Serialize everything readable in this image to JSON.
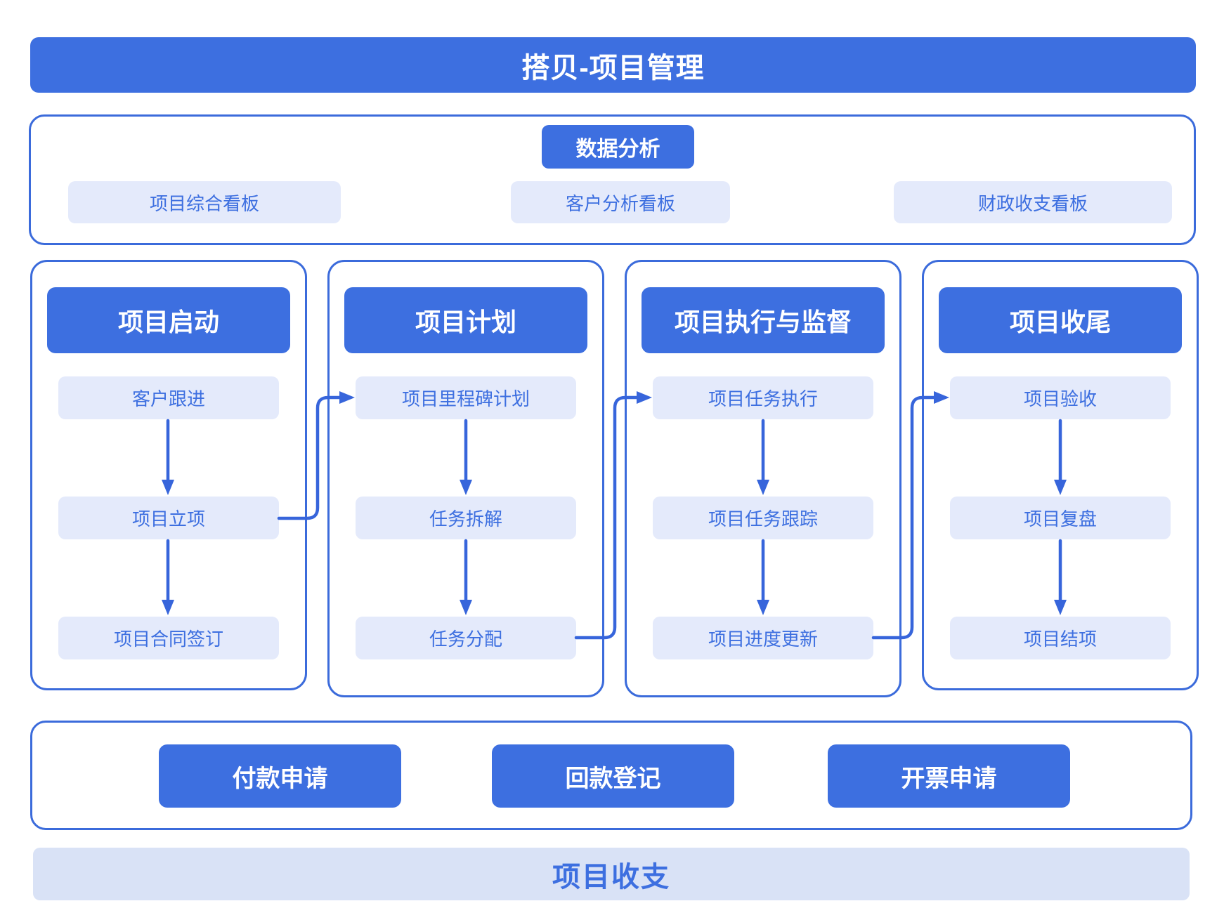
{
  "title": "搭贝-项目管理",
  "colors": {
    "primary": "#3D6FE0",
    "border": "#3B6BDB",
    "arrow": "#3765DB",
    "pill_bg": "#E4EAFB",
    "pill_text": "#3D6FE0",
    "bar_bg": "#D9E2F6"
  },
  "data_analysis": {
    "header": "数据分析",
    "boards": [
      "项目综合看板",
      "客户分析看板",
      "财政收支看板"
    ]
  },
  "phases": [
    {
      "header": "项目启动",
      "steps": [
        "客户跟进",
        "项目立项",
        "项目合同签订"
      ]
    },
    {
      "header": "项目计划",
      "steps": [
        "项目里程碑计划",
        "任务拆解",
        "任务分配"
      ]
    },
    {
      "header": "项目执行与监督",
      "steps": [
        "项目任务执行",
        "项目任务跟踪",
        "项目进度更新"
      ]
    },
    {
      "header": "项目收尾",
      "steps": [
        "项目验收",
        "项目复盘",
        "项目结项"
      ]
    }
  ],
  "finance_actions": [
    "付款申请",
    "回款登记",
    "开票申请"
  ],
  "footer_bar": "项目收支"
}
